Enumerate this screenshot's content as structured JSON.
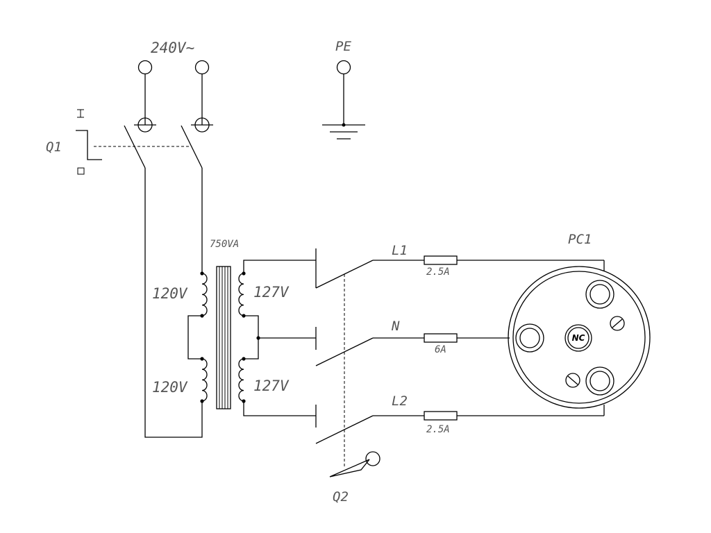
{
  "labels": {
    "supply": "240V~",
    "pe": "PE",
    "q1": "Q1",
    "transformer_rating": "750VA",
    "primary_top": "120V",
    "primary_bottom": "120V",
    "secondary_top": "127V",
    "secondary_bottom": "127V",
    "line1": "L1",
    "neutral": "N",
    "line2": "L2",
    "fuse_l1": "2.5A",
    "fuse_n": "6A",
    "fuse_l2": "2.5A",
    "q2": "Q2",
    "socket": "PC1",
    "socket_center": "NC"
  },
  "q1_symbols": {
    "on": "I",
    "off": "O"
  }
}
